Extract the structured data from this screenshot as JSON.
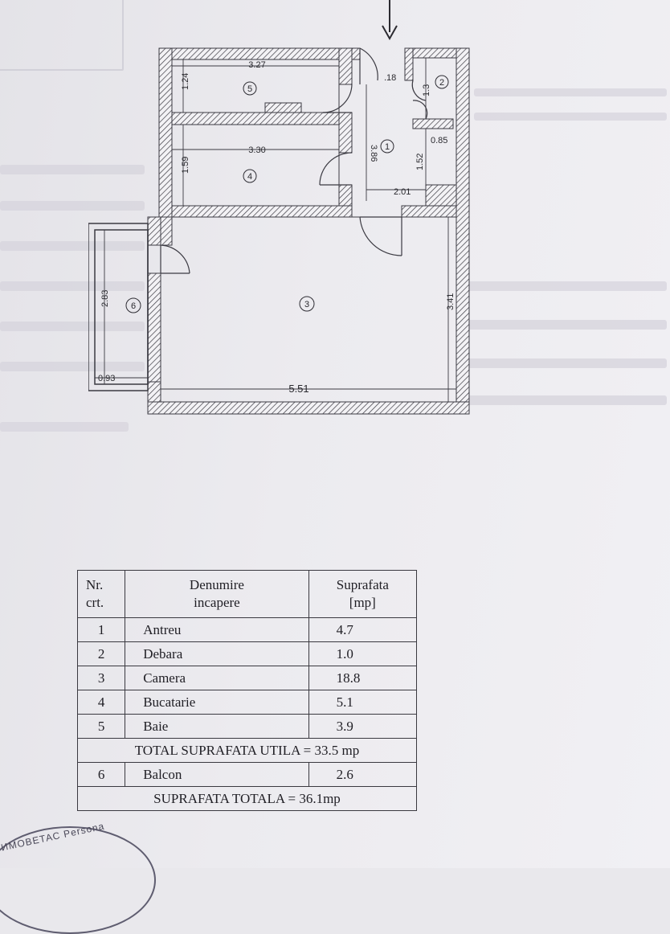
{
  "floor_plan": {
    "room_numbers": [
      "1",
      "2",
      "3",
      "4",
      "5",
      "6"
    ],
    "dimensions": {
      "baie_width": "3.27",
      "baie_height": "1.24",
      "bucatarie_width": "3.30",
      "bucatarie_height": "1.59",
      "antreu_length": "3.86",
      "antreu_width": "2.01",
      "debara_width": "0.85",
      "debara_height": "1.52",
      "debara_depth": "1.3",
      "door_width": ".18",
      "camera_width": "5.51",
      "camera_height": "3.41",
      "balcon_height": "2.83",
      "balcon_width": "0.93"
    }
  },
  "table": {
    "headers": {
      "nr_line1": "Nr.",
      "nr_line2": "crt.",
      "name_line1": "Denumire",
      "name_line2": "incapere",
      "area_line1": "Suprafata",
      "area_line2": "[mp]"
    },
    "rows": [
      {
        "nr": "1",
        "name": "Antreu",
        "area": "4.7"
      },
      {
        "nr": "2",
        "name": "Debara",
        "area": "1.0"
      },
      {
        "nr": "3",
        "name": "Camera",
        "area": "18.8"
      },
      {
        "nr": "4",
        "name": "Bucatarie",
        "area": "5.1"
      },
      {
        "nr": "5",
        "name": "Baie",
        "area": "3.9"
      }
    ],
    "total_util": "TOTAL SUPRAFATA UTILA = 33.5 mp",
    "balcon_row": {
      "nr": "6",
      "name": "Balcon",
      "area": "2.6"
    },
    "total": "SUPRAFATA TOTALA = 36.1mp"
  },
  "seal": {
    "text": "ИМОВЕТАС Persona"
  }
}
